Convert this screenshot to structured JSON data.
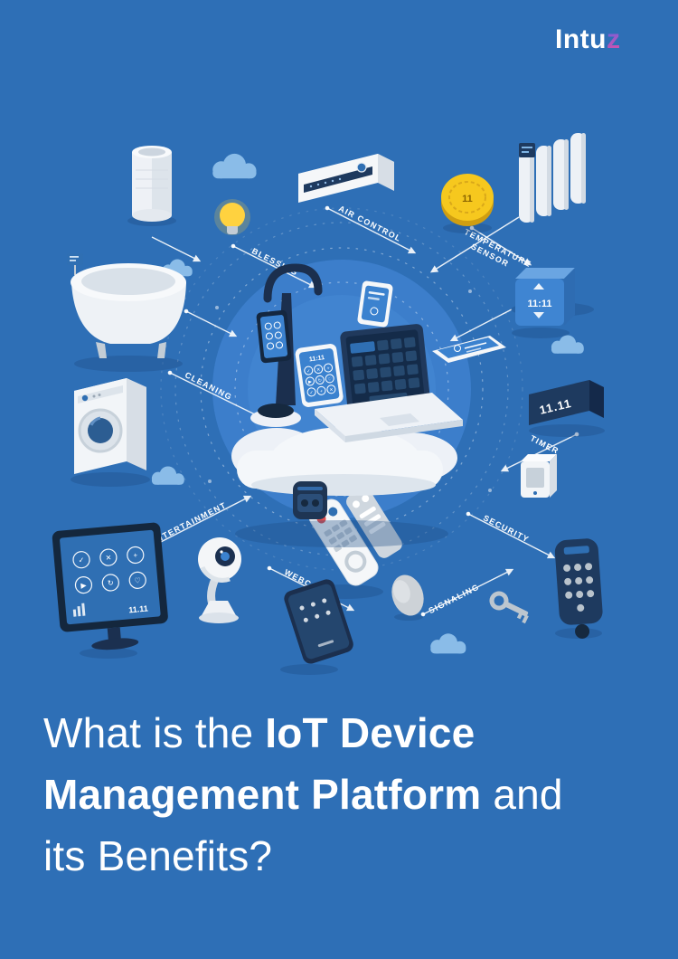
{
  "page": {
    "background_color": "#2e6fb6",
    "hub_circle_color": "#3c7ecb",
    "text_color": "#ffffff"
  },
  "logo": {
    "brand": "Intuz",
    "brand_prefix": "Intu",
    "brand_suffix": "z"
  },
  "diagram": {
    "connection_labels": {
      "blessing": "BLESSING",
      "air_control": "AIR CONTROL",
      "temperature_line1": "TEMPERATURE",
      "temperature_line2": "SENSOR",
      "cleaning": "CLEANING",
      "timer": "TIMER",
      "entertainment": "ENTERTAINMENT",
      "security": "SECURITY",
      "webcam": "WEBCAM",
      "signaling": "SIGNALING"
    },
    "displays": {
      "sensor_time": "11:11",
      "timer_time": "11.11",
      "tv_time": "11.11",
      "dial_value": "11",
      "tablet_time": "11:11"
    },
    "device_icons": [
      "smart-speaker",
      "light-bulb",
      "air-conditioner",
      "thermostat-dial",
      "radiator",
      "temperature-sensor",
      "bathtub",
      "washing-machine",
      "timer-device",
      "wall-sensor",
      "smart-tv",
      "webcam",
      "smartphone",
      "remote-control",
      "smart-lock",
      "key",
      "signal-fob",
      "laptop",
      "tablet",
      "mini-tablet",
      "smart-assistant",
      "speaker-dock",
      "cloud-platform",
      "cloud"
    ]
  },
  "title": {
    "l1a": "What is the ",
    "l1b": "IoT Device",
    "l2a": "Management Platform",
    "l2b": " and",
    "l3": "its Benefits?"
  }
}
